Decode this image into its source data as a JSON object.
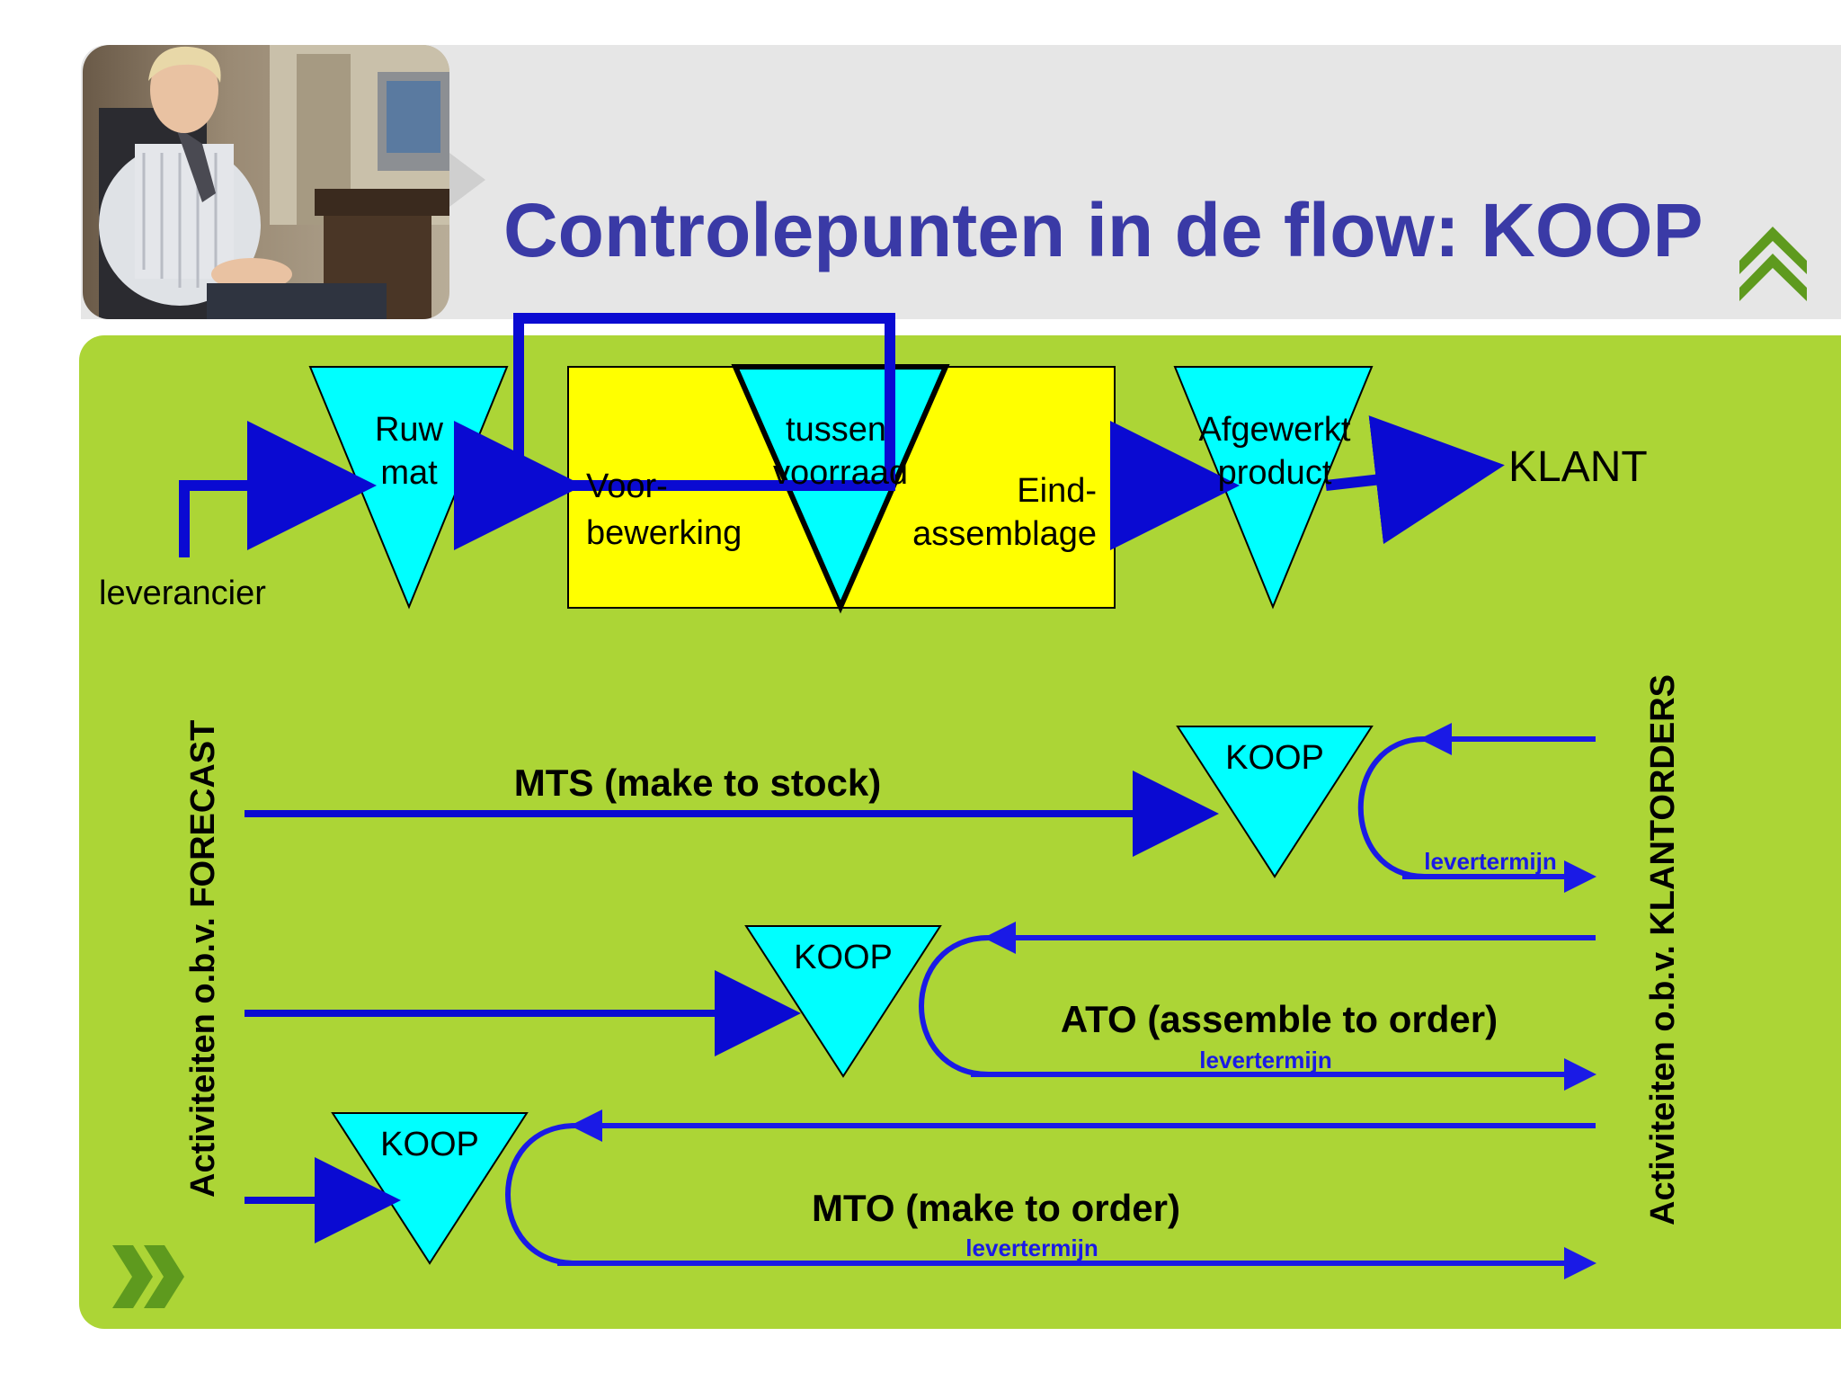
{
  "slide": {
    "title": "Controlepunten in de flow: KOOP"
  },
  "flow": {
    "supplier": "leverancier",
    "raw_material": [
      "Ruw",
      "mat"
    ],
    "pre_processing": [
      "Voor-",
      "bewerking"
    ],
    "intermediate_stock": [
      "tussen",
      "voorraad"
    ],
    "final_assembly": [
      "Eind-",
      "assemblage"
    ],
    "finished_product": [
      "Afgewerkt",
      "product"
    ],
    "customer": "KLANT"
  },
  "strategies": {
    "left_axis": "Activiteiten o.b.v. FORECAST",
    "right_axis": "Activiteiten o.b.v. KLANTORDERS",
    "mts": {
      "label": "MTS (make to stock)",
      "point": "KOOP",
      "lead_time": "levertermijn"
    },
    "ato": {
      "label": "ATO (assemble to order)",
      "point": "KOOP",
      "lead_time": "levertermijn"
    },
    "mto": {
      "label": "MTO (make to order)",
      "point": "KOOP",
      "lead_time": "levertermijn"
    }
  },
  "colors": {
    "title": "#3a3aa6",
    "panel": "#acd536",
    "header_band": "#e6e6e6",
    "stock_triangle": "#00ffff",
    "process_box": "#ffff00",
    "arrow": "#0a0ad2",
    "loop": "#1a1ae6",
    "chevron": "#5e9a1e"
  }
}
